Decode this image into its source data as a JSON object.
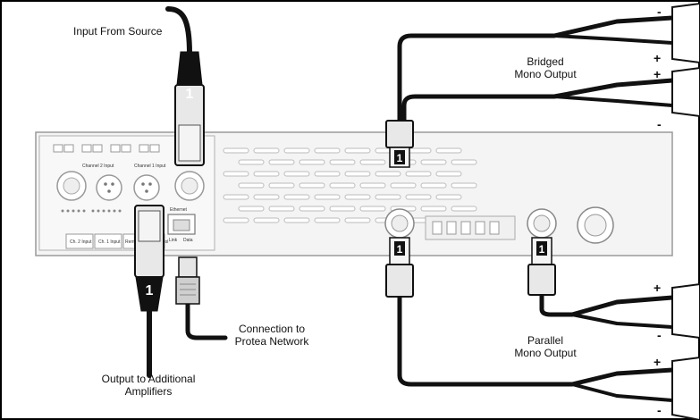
{
  "labels": {
    "input_from_source": "Input From Source",
    "bridged_line1": "Bridged",
    "bridged_line2": "Mono Output",
    "connection_line1": "Connection to",
    "connection_line2": "Protea Network",
    "output_line1": "Output to Additional",
    "output_line2": "Amplifiers",
    "parallel_line1": "Parallel",
    "parallel_line2": "Mono Output"
  },
  "panel": {
    "channel2_input": "Channel 2 Input",
    "channel1_input": "Channel 1 Input",
    "ethernet": "Ethernet",
    "link": "Link",
    "data": "Data",
    "ch2_input": "Ch. 2 Input",
    "ch1_input": "Ch. 1 Input",
    "remote": "Remote Level Control"
  },
  "connector_number": "1",
  "polarity": {
    "minus": "-",
    "plus": "+"
  },
  "colors": {
    "outline": "#000000",
    "panel_fill": "#f2f2f2",
    "panel_stroke": "#9a9a9a",
    "cable": "#111111",
    "connector_fill": "#e6e6e6"
  }
}
